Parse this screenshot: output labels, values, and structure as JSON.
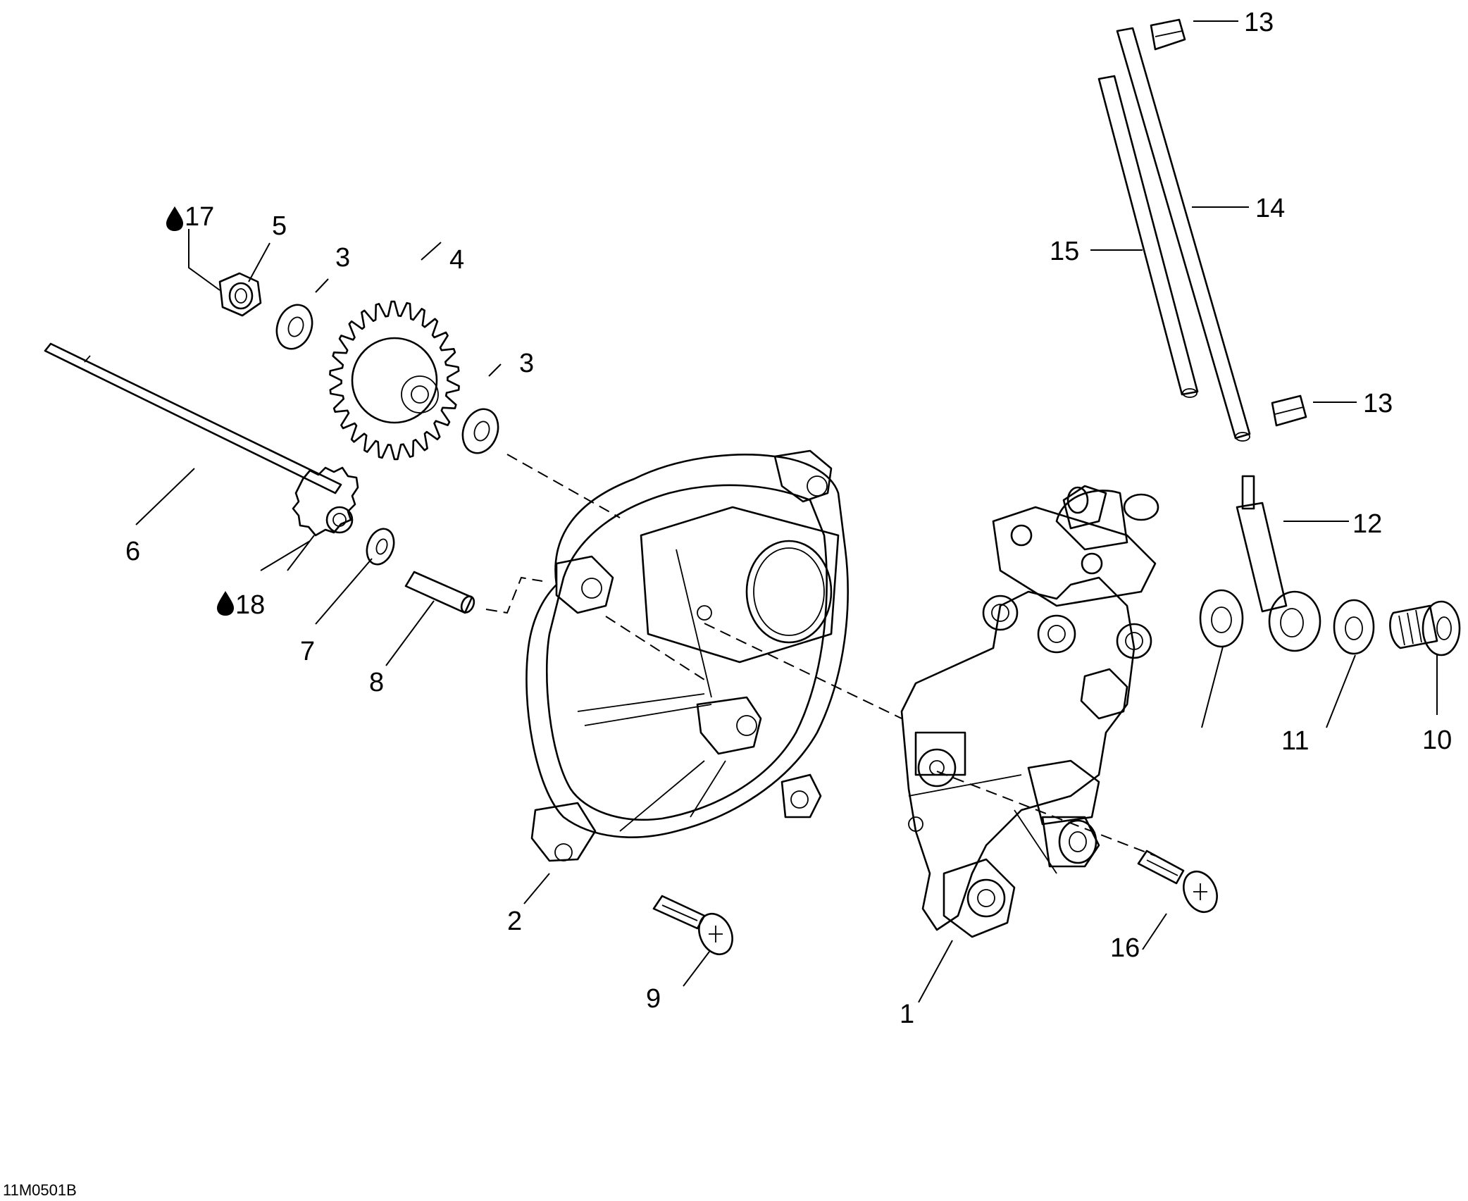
{
  "figure_code": "11M0501B",
  "callouts": {
    "c1": "1",
    "c2": "2",
    "c3a": "3",
    "c3b": "3",
    "c4": "4",
    "c5": "5",
    "c6": "6",
    "c7": "7",
    "c8": "8",
    "c9": "9",
    "c10": "10",
    "c11": "11",
    "c12": "12",
    "c13a": "13",
    "c13b": "13",
    "c14": "14",
    "c15": "15",
    "c16": "16",
    "c17": "17",
    "c18": "18"
  },
  "icons": {
    "lubricant": "oil-drop-icon"
  },
  "colors": {
    "line": "#000000",
    "background": "#ffffff"
  }
}
